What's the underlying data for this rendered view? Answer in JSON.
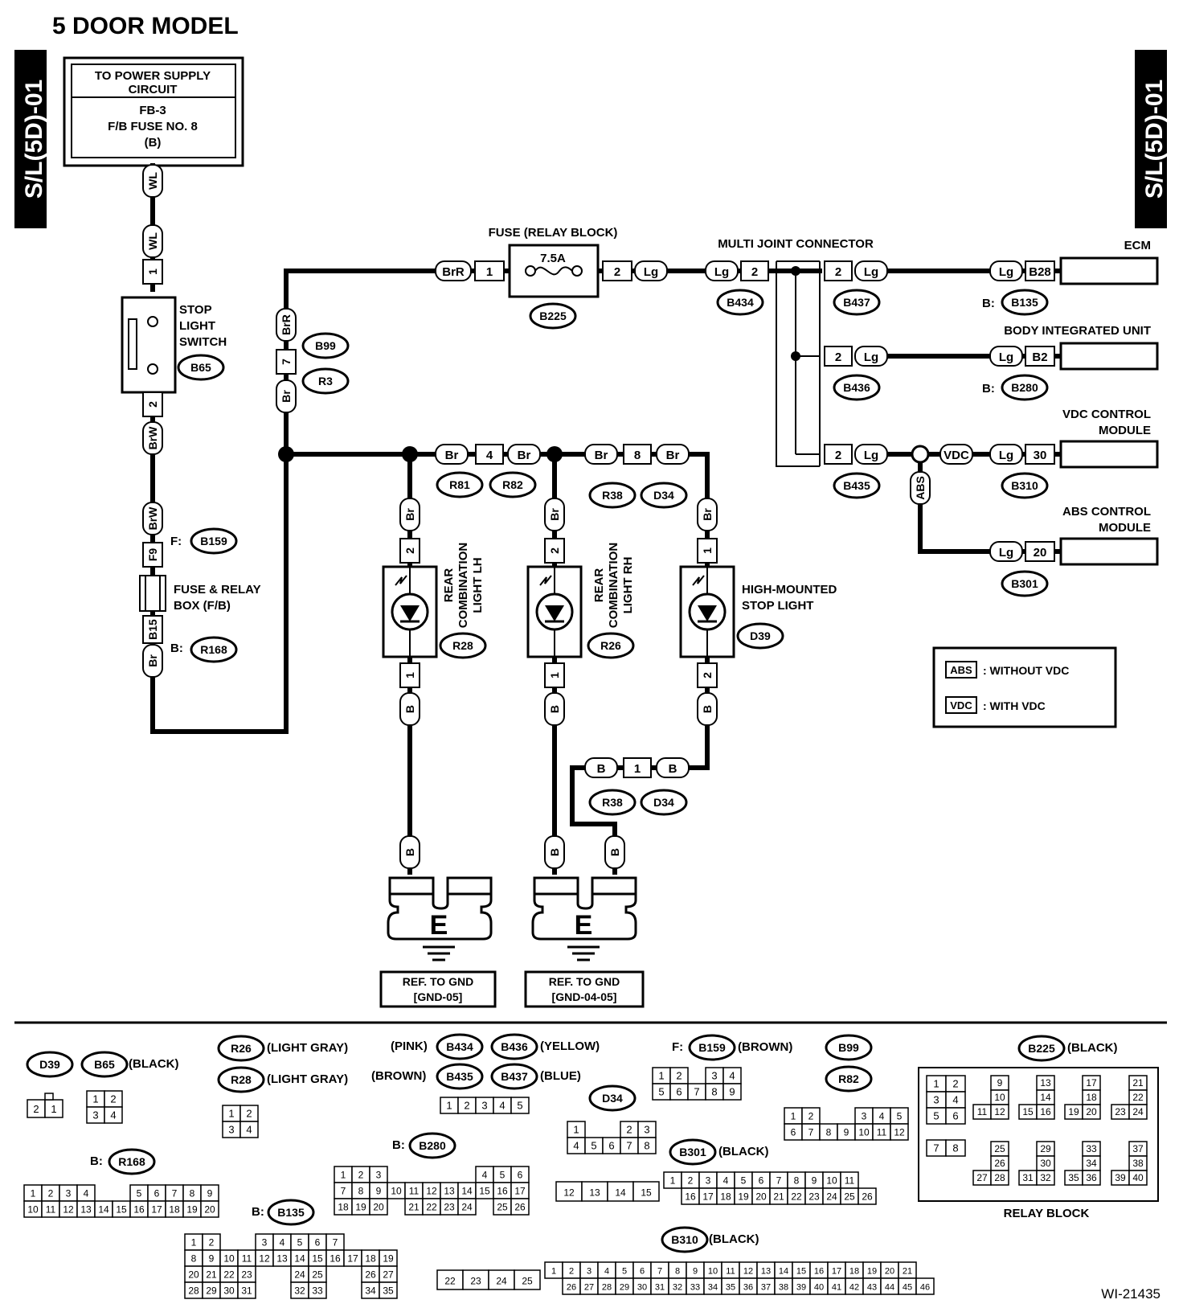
{
  "title": "5 DOOR MODEL",
  "side_labels": {
    "left": "S/L(5D)-01",
    "right": "S/L(5D)-01"
  },
  "power_box": {
    "line1": "TO POWER SUPPLY",
    "line2": "CIRCUIT",
    "line3": "FB-3",
    "line4": "F/B FUSE NO. 8",
    "line5": "(B)"
  },
  "wires": {
    "WL": "WL",
    "BrW": "BrW",
    "Br": "Br",
    "BrR": "BrR",
    "Lg": "Lg",
    "B": "B",
    "VDC": "VDC",
    "ABS": "ABS"
  },
  "pins": {
    "p1": "1",
    "p2": "2",
    "p4": "4",
    "p7": "7",
    "p8": "8",
    "p20": "20",
    "p30": "30",
    "F9": "F9",
    "B15": "B15",
    "B28": "B28",
    "B2": "B2"
  },
  "stop_switch": {
    "label1": "STOP",
    "label2": "LIGHT",
    "label3": "SWITCH",
    "conn": "B65"
  },
  "fuse_relay_box": {
    "label1": "FUSE & RELAY",
    "label2": "BOX (F/B)",
    "f_prefix": "F:",
    "f_conn": "B159",
    "b_prefix": "B:",
    "b_conn": "R168"
  },
  "fuse_relay_block": {
    "label": "FUSE (RELAY BLOCK)",
    "rating": "7.5A",
    "conn": "B225"
  },
  "connectors": {
    "B99": "B99",
    "R3": "R3",
    "R81": "R81",
    "R82": "R82",
    "R38": "R38",
    "D34": "D34",
    "B434": "B434",
    "B437": "B437",
    "B436": "B436",
    "B435": "B435",
    "B135": "B135",
    "B280": "B280",
    "B310": "B310",
    "B301": "B301",
    "R28": "R28",
    "R26": "R26",
    "D39": "D39"
  },
  "multi_joint": "MULTI JOINT CONNECTOR",
  "modules": {
    "ecm": "ECM",
    "biu": "BODY INTEGRATED UNIT",
    "vdc1": "VDC CONTROL",
    "vdc2": "MODULE",
    "abs1": "ABS CONTROL",
    "abs2": "MODULE",
    "b_prefix": "B:"
  },
  "lights": {
    "lh": {
      "l1": "REAR",
      "l2": "COMBINATION",
      "l3": "LIGHT LH"
    },
    "rh": {
      "l1": "REAR",
      "l2": "COMBINATION",
      "l3": "LIGHT RH"
    },
    "hm": {
      "l1": "HIGH-MOUNTED",
      "l2": "STOP LIGHT"
    }
  },
  "ground": {
    "symbol": "E",
    "ref1_a": "REF. TO GND",
    "ref1_b": "[GND-05]",
    "ref2_a": "REF. TO GND",
    "ref2_b": "[GND-04-05]"
  },
  "legend": {
    "abs_tag": "ABS",
    "abs_text": ": WITHOUT VDC",
    "vdc_tag": "VDC",
    "vdc_text": ": WITH VDC"
  },
  "bottom": {
    "d39": "D39",
    "b65": "B65",
    "b65_color": "(BLACK)",
    "r26": "R26",
    "r26_color": "(LIGHT GRAY)",
    "r28": "R28",
    "r28_color": "(LIGHT GRAY)",
    "b434_color": "(PINK)",
    "b434": "B434",
    "b436": "B436",
    "b436_color": "(YELLOW)",
    "b435_color": "(BROWN)",
    "b435": "B435",
    "b437": "B437",
    "b437_color": "(BLUE)",
    "f_prefix": "F:",
    "b159": "B159",
    "b159_color": "(BROWN)",
    "b99": "B99",
    "r82": "R82",
    "d34": "D34",
    "b225": "B225",
    "b225_color": "(BLACK)",
    "b_prefix": "B:",
    "b280": "B280",
    "r168": "R168",
    "b135": "B135",
    "b301": "B301",
    "b301_color": "(BLACK)",
    "b310": "B310",
    "b310_color": "(BLACK)",
    "relay_block": "RELAY BLOCK"
  },
  "figure_id": "WI-21435"
}
